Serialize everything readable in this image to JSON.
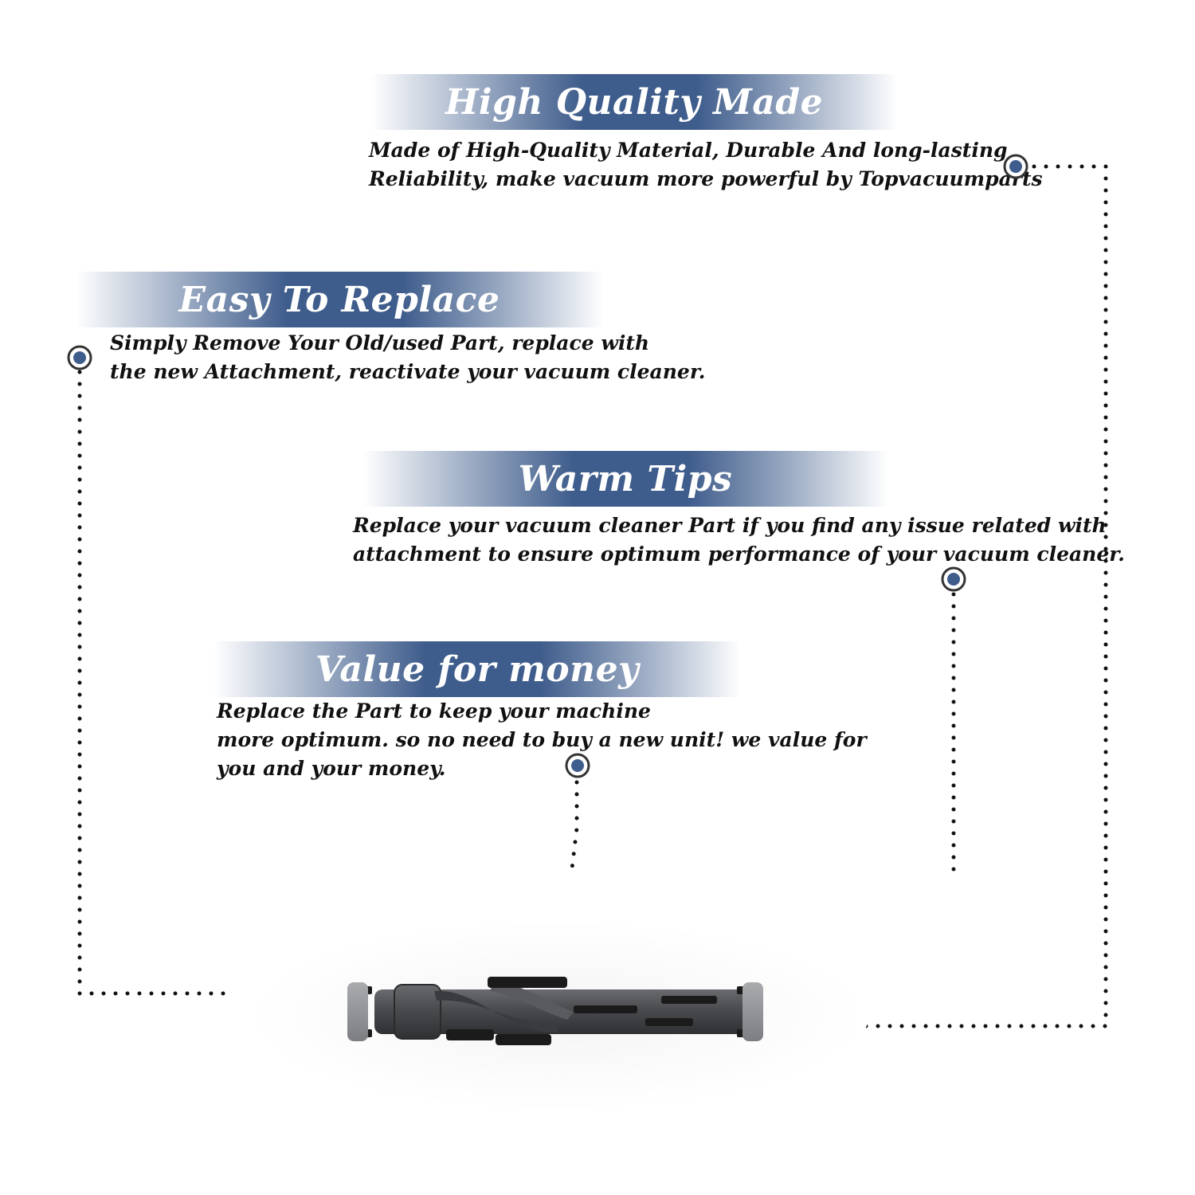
{
  "colors": {
    "accent": "#3f5d8c",
    "text": "#111111",
    "marker_fill": "#3f5d8c",
    "marker_ring": "#333333",
    "product_body": "#4a4b4e",
    "product_cap": "#8f9194",
    "bristle": "#1b1b1b"
  },
  "sections": [
    {
      "title": "High Quality Made",
      "lines": [
        "Made of  High-Quality Material, Durable And long-lasting",
        "Reliability, make vacuum more powerful by Topvacuumparts"
      ]
    },
    {
      "title": "Easy To Replace",
      "lines": [
        "Simply Remove Your Old/used Part, replace with",
        "the new Attachment, reactivate your vacuum cleaner."
      ]
    },
    {
      "title": "Warm Tips",
      "lines": [
        "Replace your vacuum cleaner Part if you find any issue related with",
        " attachment to ensure optimum performance of your vacuum cleaner."
      ]
    },
    {
      "title": "Value for money",
      "lines": [
        "Replace the Part to keep your machine",
        "more optimum. so no need to buy a new unit! we value for",
        "you and your money."
      ]
    }
  ],
  "product": {
    "icon": "vacuum-brush-roll-icon"
  }
}
